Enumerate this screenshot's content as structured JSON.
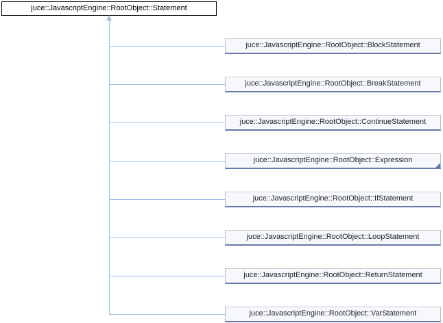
{
  "diagram": {
    "root": {
      "label": "juce::JavascriptEngine::RootObject::Statement"
    },
    "children": [
      {
        "label": "juce::JavascriptEngine::RootObject::BlockStatement",
        "has_derived": false
      },
      {
        "label": "juce::JavascriptEngine::RootObject::BreakStatement",
        "has_derived": false
      },
      {
        "label": "juce::JavascriptEngine::RootObject::ContinueStatement",
        "has_derived": false
      },
      {
        "label": "juce::JavascriptEngine::RootObject::Expression",
        "has_derived": true
      },
      {
        "label": "juce::JavascriptEngine::RootObject::IfStatement",
        "has_derived": false
      },
      {
        "label": "juce::JavascriptEngine::RootObject::LoopStatement",
        "has_derived": false
      },
      {
        "label": "juce::JavascriptEngine::RootObject::ReturnStatement",
        "has_derived": false
      },
      {
        "label": "juce::JavascriptEngine::RootObject::VarStatement",
        "has_derived": false
      }
    ],
    "colors": {
      "edge": "#9cc2e6",
      "root_fill": "#ffffff",
      "root_border": "#000000",
      "root_text": "#000000",
      "node_fill": "#f7f8fb",
      "node_border": "#b6bdcc",
      "node_border_top": "#c6cad2",
      "node_border_bottom": "#6679a8",
      "node_text": "#1c2130",
      "indicator": "#5b79b5"
    }
  }
}
